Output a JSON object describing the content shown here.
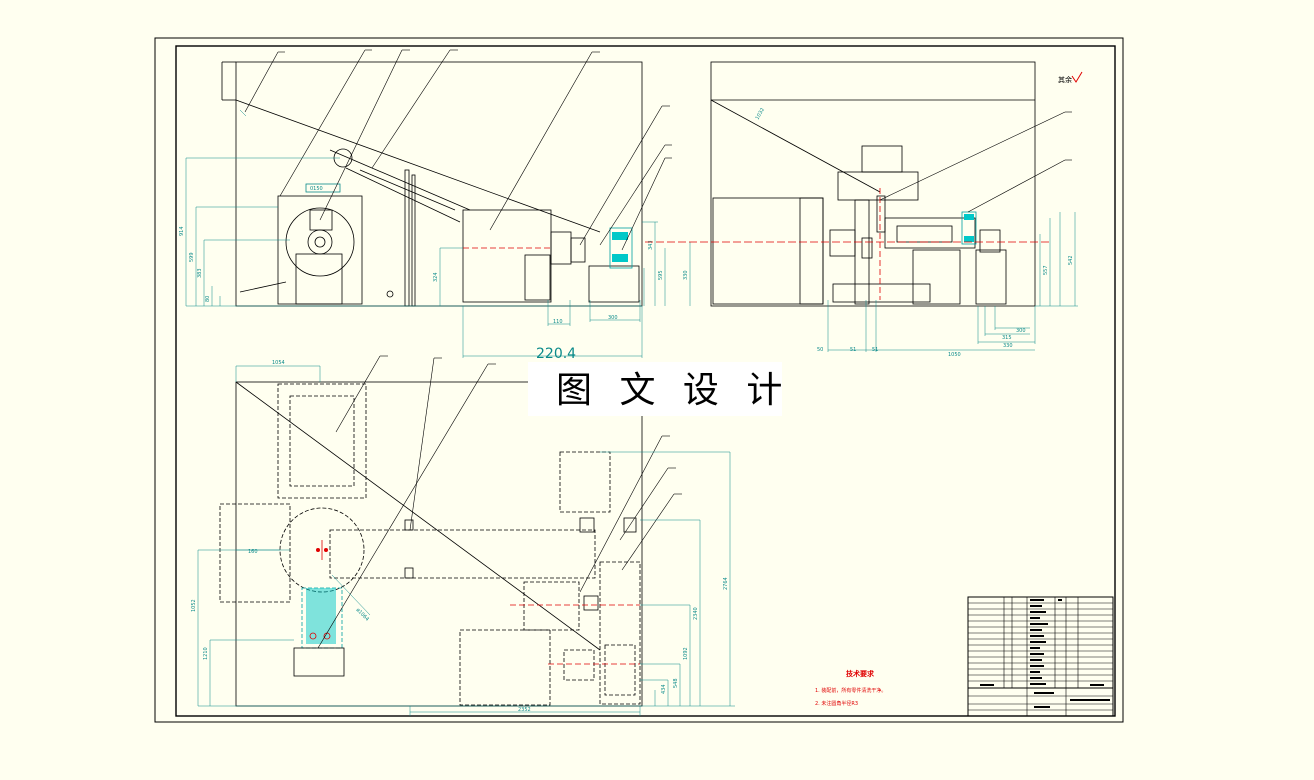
{
  "dimension_220": "220.4",
  "watermark": "图 文 设 计",
  "tech_requirements": {
    "title": "技术要求",
    "line1": "1. 装配前，所有零件清洗干净。",
    "line2": "2. 未注圆角半径R3"
  },
  "colors": {
    "drawing_line": "#000000",
    "dimension": "#0a8a8a",
    "center_line": "#e00000",
    "highlight": "#00c8c8",
    "background": "#fffff0"
  }
}
